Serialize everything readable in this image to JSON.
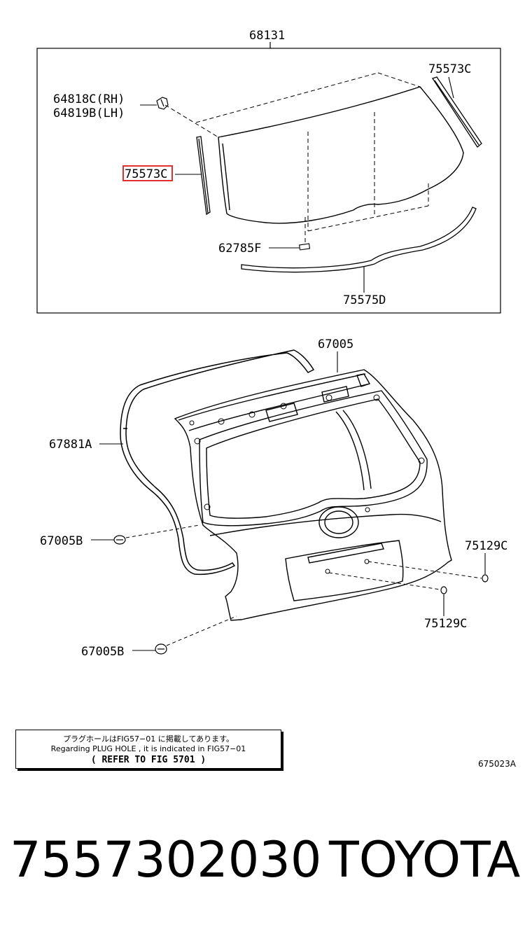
{
  "window_parts": {
    "ref_68131": "68131",
    "ref_75573C_right": "75573C",
    "ref_64818C": "64818C(RH)",
    "ref_64819B": "64819B(LH)",
    "ref_75573C_left": "75573C",
    "ref_62785F": "62785F",
    "ref_75575D": "75575D"
  },
  "door_parts": {
    "ref_67005": "67005",
    "ref_67881A": "67881A",
    "ref_67005B_upper": "67005B",
    "ref_75129C_right": "75129C",
    "ref_75129C_lower": "75129C",
    "ref_67005B_lower": "67005B"
  },
  "note": {
    "japanese": "プラグホールはFIG57−01 に掲載してあります。",
    "english": "Regarding PLUG HOLE , it is indicated in FIG57−01",
    "refer": "( REFER TO FIG 5701 )"
  },
  "figure_code": "675023A",
  "footer": {
    "part_number": "7557302030",
    "brand": "TOYOTA"
  },
  "colors": {
    "line": "#000000",
    "highlight": "#e03030",
    "background": "#ffffff"
  }
}
